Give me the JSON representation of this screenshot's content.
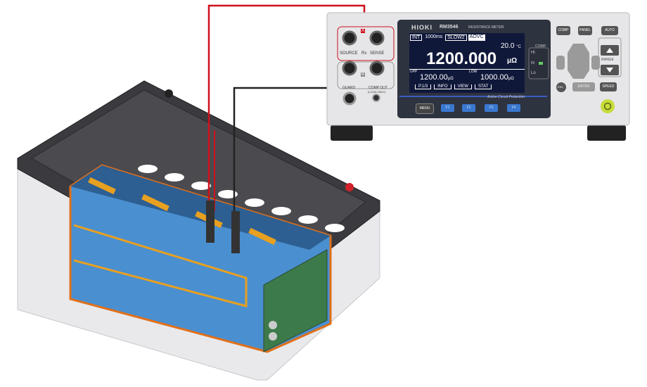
{
  "meter": {
    "brand": "HIOKI",
    "model": "RM3546",
    "subtitle": "RESISTANCE METER",
    "terminals": {
      "source": "SOURCE",
      "sense": "SENSE",
      "rx": "Rx",
      "a": "A",
      "b": "B",
      "guard": "GUARD",
      "comp_out": "COMP OUT",
      "comp_out_sub": "(L2105 ONLY)"
    },
    "display": {
      "status": [
        "INT",
        "1000ms",
        "SLOW2",
        "AOVC"
      ],
      "temperature": "20.0",
      "temp_unit": "°C",
      "reading": "1200.000",
      "reading_unit": "μΩ",
      "upp_label": "UPP",
      "upp_value": "1200.00",
      "upp_unit": "μΩ",
      "low_label": "LOW",
      "low_value": "1000.00",
      "low_unit": "μΩ",
      "softkeys": [
        "P.1/3",
        "INFO",
        "VIEW",
        "STAT"
      ]
    },
    "comp_panel": {
      "title": "COMP",
      "hi": "Hi",
      "in": "IN",
      "lo": "Lo"
    },
    "protection_label": "Active Circuit Protection",
    "buttons": {
      "menu": "MENU",
      "f1": "F1",
      "f2": "F2",
      "f3": "F3",
      "f4": "F4",
      "comp": "COMP",
      "panel": "PANEL",
      "auto": "AUTO",
      "range": "RANGE",
      "esc": "ESC",
      "enter": "ENTER",
      "speed": "SPEED"
    },
    "colors": {
      "red_wire": "#d0101c",
      "black_wire": "#222222",
      "cells": "#4a8fd0",
      "power": "#c8dc3c"
    }
  }
}
